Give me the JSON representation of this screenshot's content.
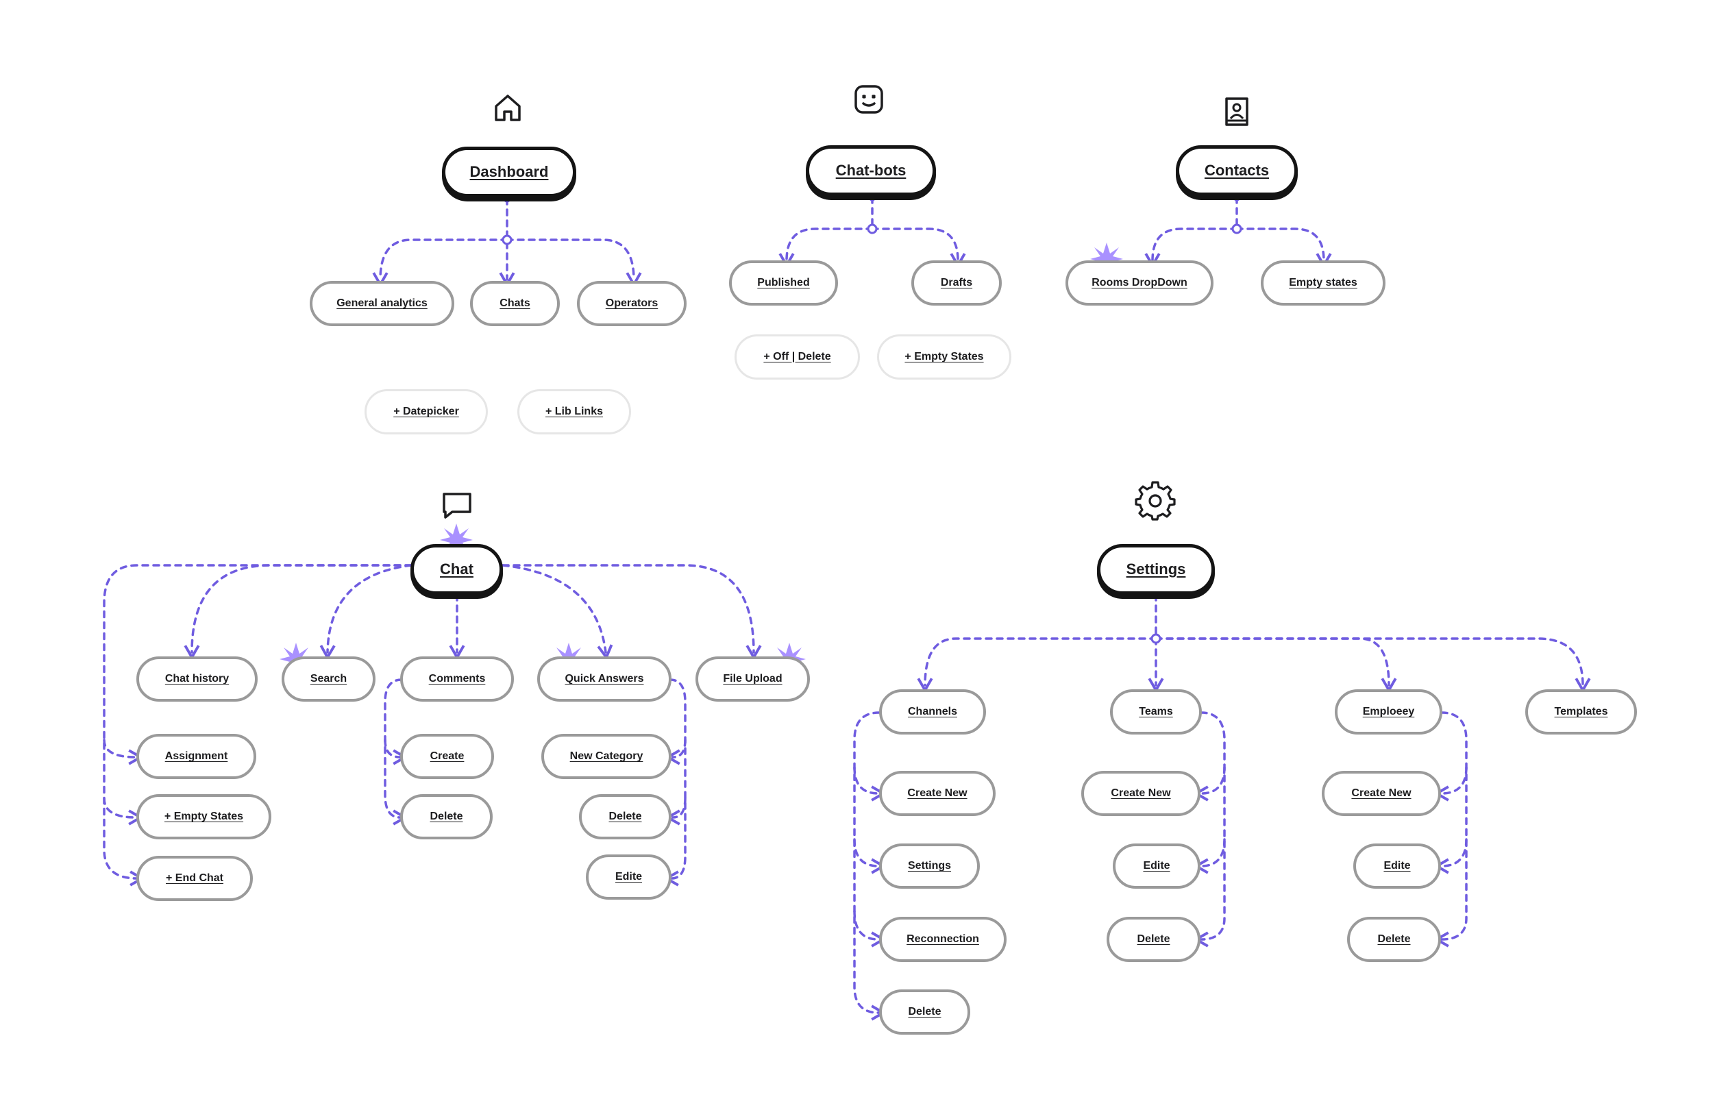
{
  "colors": {
    "connector": "#6f5ce0",
    "root_border": "#141414",
    "node_border": "#9a9a9a",
    "extra_border": "#e6e6e6",
    "burst": "#a991ff"
  },
  "dashboard": {
    "icon": "home-icon",
    "root": "Dashboard",
    "children": [
      "General analytics",
      "Chats",
      "Operators"
    ],
    "extras": [
      "+ Datepicker",
      "+ Lib Links"
    ]
  },
  "chatbots": {
    "icon": "robot-face-icon",
    "root": "Chat-bots",
    "children": [
      "Published",
      "Drafts"
    ],
    "extras": [
      "+ Off | Delete",
      "+ Empty States"
    ]
  },
  "contacts": {
    "icon": "contact-book-icon",
    "root": "Contacts",
    "children": [
      "Rooms DropDown",
      "Empty states"
    ]
  },
  "chat": {
    "icon": "chat-bubble-icon",
    "root": "Chat",
    "children": [
      "Chat history",
      "Search",
      "Comments",
      "Quick Answers",
      "File Upload"
    ],
    "assignment_group": [
      "Assignment",
      "+ Empty States",
      "+ End Chat"
    ],
    "comments_sub": [
      "Create",
      "Delete"
    ],
    "quick_answers_sub": [
      "New Category",
      "Delete",
      "Edite"
    ]
  },
  "settings": {
    "icon": "gear-icon",
    "root": "Settings",
    "children": [
      "Channels",
      "Teams",
      "Emploeey",
      "Templates"
    ],
    "channels_sub": [
      "Create New",
      "Settings",
      "Reconnection",
      "Delete"
    ],
    "teams_sub": [
      "Create New",
      "Edite",
      "Delete"
    ],
    "employee_sub": [
      "Create New",
      "Edite",
      "Delete"
    ]
  }
}
